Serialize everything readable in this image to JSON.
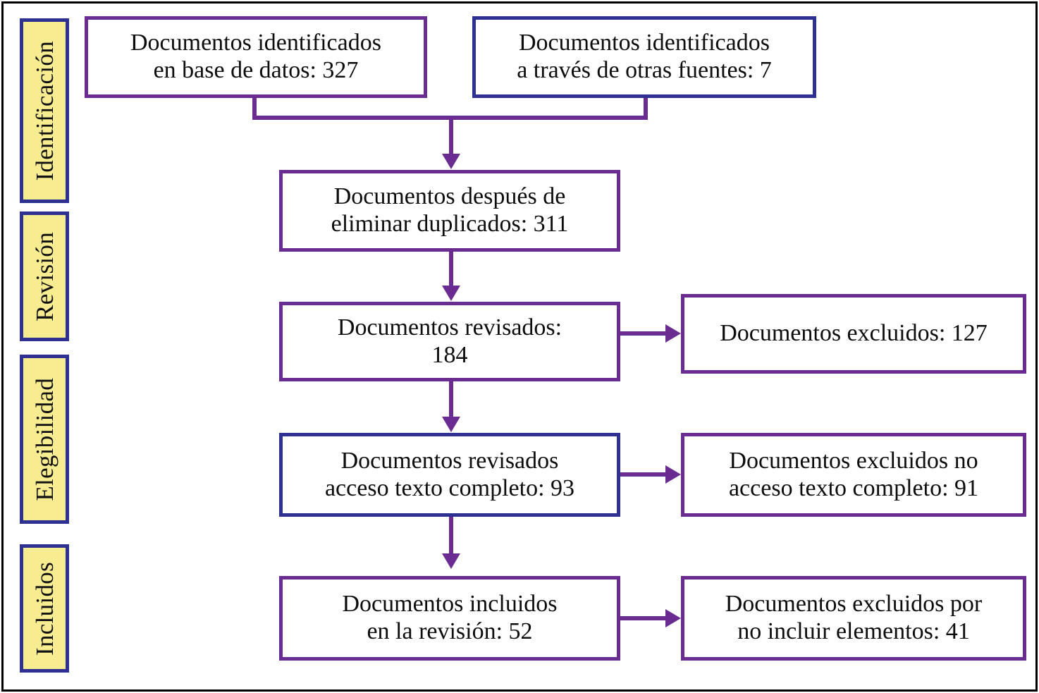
{
  "figure": {
    "type": "prisma-flow-diagram",
    "language": "es",
    "colors": {
      "tab_fill": "#F7EC8F",
      "tab_border": "#2E3192",
      "box_border_purple": "#6B2C91",
      "box_border_navy": "#2E3192",
      "connector": "#6B2C91",
      "frame": "#000000",
      "background": "#FFFFFF",
      "text": "#0D0D0D"
    }
  },
  "stages": [
    {
      "label": "Identificación"
    },
    {
      "label": "Revisión"
    },
    {
      "label": "Elegibilidad"
    },
    {
      "label": "Incluidos"
    }
  ],
  "boxes": {
    "identified_database": {
      "line1": "Documentos identificados",
      "line2": "en base de datos: 327",
      "count": 327,
      "border": "purple"
    },
    "identified_other_sources": {
      "line1": "Documentos identificados",
      "line2": "a través de otras fuentes: 7",
      "count": 7,
      "border": "navy"
    },
    "after_duplicates": {
      "line1": "Documentos después de",
      "line2": "eliminar duplicados: 311",
      "count": 311,
      "border": "purple"
    },
    "screened": {
      "line1": "Documentos revisados:",
      "line2": "184",
      "count": 184,
      "border": "purple"
    },
    "excluded_screened": {
      "line1": "Documentos excluidos: 127",
      "line2": "",
      "count": 127,
      "border": "purple"
    },
    "fulltext_assessed": {
      "line1": "Documentos revisados",
      "line2": "acceso texto completo: 93",
      "count": 93,
      "border": "navy"
    },
    "excluded_fulltext": {
      "line1": "Documentos excluidos no",
      "line2": "acceso texto completo: 91",
      "count": 91,
      "border": "purple"
    },
    "included_review": {
      "line1": "Documentos incluidos",
      "line2": "en la revisión: 52",
      "count": 52,
      "border": "purple"
    },
    "excluded_no_elements": {
      "line1": "Documentos excluidos por",
      "line2": "no incluir elementos: 41",
      "count": 41,
      "border": "purple"
    }
  }
}
